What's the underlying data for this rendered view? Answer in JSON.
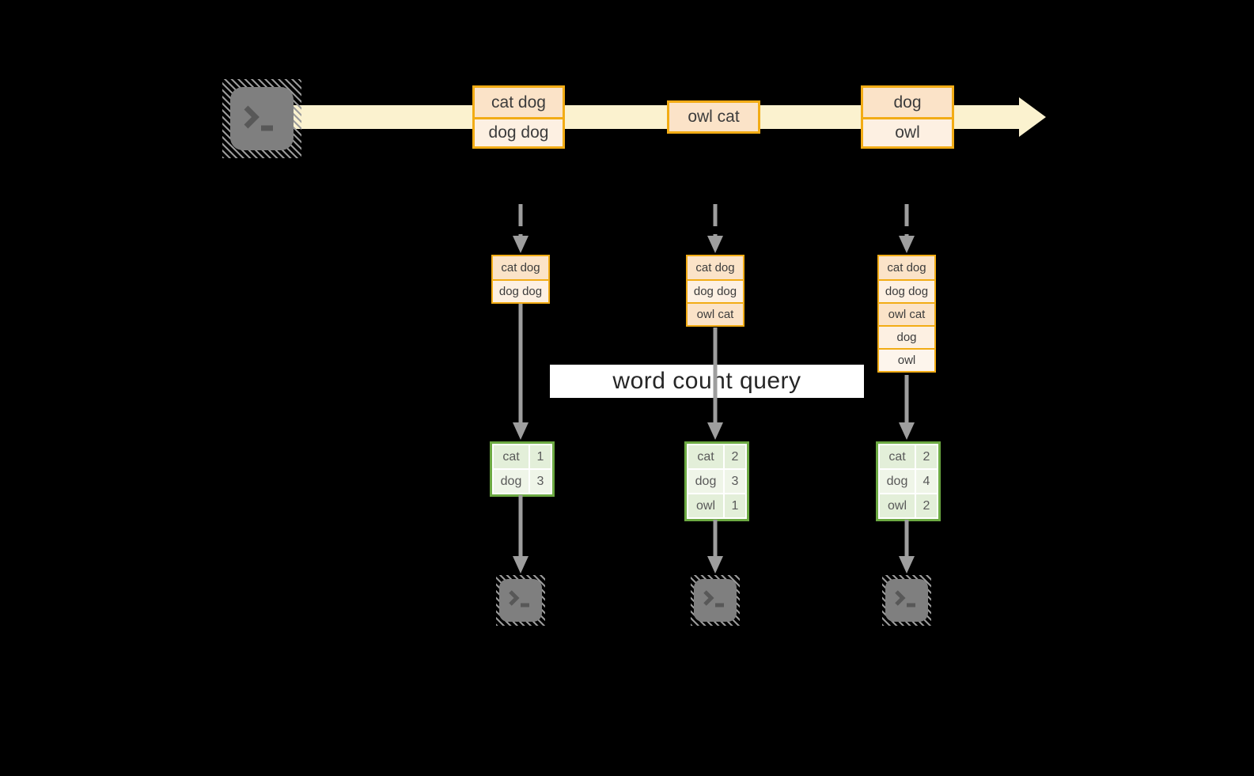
{
  "stream": {
    "source_icon": "terminal",
    "messages": [
      {
        "lines": [
          "cat dog",
          "dog dog"
        ]
      },
      {
        "lines": [
          "owl cat"
        ]
      },
      {
        "lines": [
          "dog",
          "owl"
        ]
      }
    ]
  },
  "query": {
    "label": "word count query"
  },
  "columns": [
    {
      "state": [
        "cat dog",
        "dog dog"
      ],
      "counts": [
        {
          "word": "cat",
          "count": "1"
        },
        {
          "word": "dog",
          "count": "3"
        }
      ]
    },
    {
      "state": [
        "cat dog",
        "dog dog",
        "owl cat"
      ],
      "counts": [
        {
          "word": "cat",
          "count": "2"
        },
        {
          "word": "dog",
          "count": "3"
        },
        {
          "word": "owl",
          "count": "1"
        }
      ]
    },
    {
      "state": [
        "cat dog",
        "dog dog",
        "owl cat",
        "dog",
        "owl"
      ],
      "counts": [
        {
          "word": "cat",
          "count": "2"
        },
        {
          "word": "dog",
          "count": "4"
        },
        {
          "word": "owl",
          "count": "2"
        }
      ]
    }
  ],
  "colors": {
    "accent_orange": "#F2AC15",
    "stream_band_yellow": "#FBF2CF",
    "cell_peach_dark": "#FBE3C8",
    "cell_peach_light": "#FDF0E2",
    "table_green_border": "#6CA942",
    "table_green_cell": "#E3EFD9",
    "arrow_gray": "#9E9E9E",
    "terminal_gray": "#7F7F7F"
  }
}
